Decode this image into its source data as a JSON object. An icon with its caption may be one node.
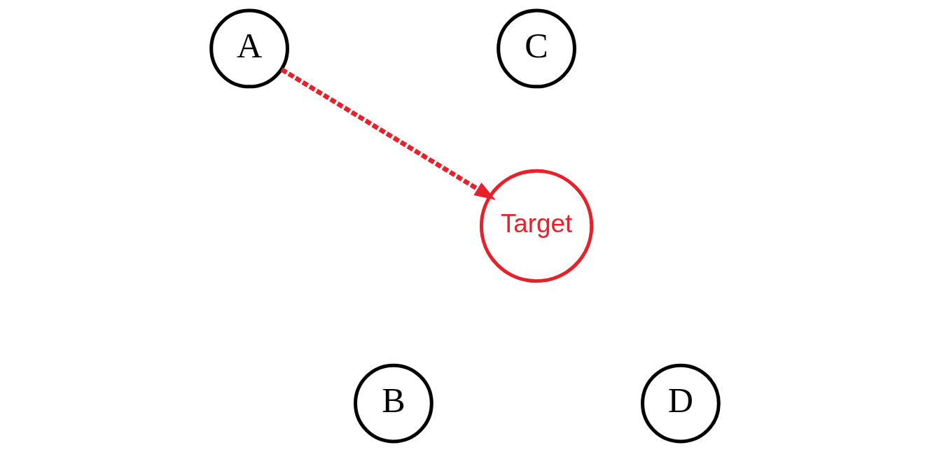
{
  "diagram": {
    "nodes": [
      {
        "text": [
          "A"
        ]
      },
      {
        "text": [
          "C"
        ]
      },
      {
        "text": [
          "Target"
        ]
      },
      {
        "text": [
          "B"
        ]
      },
      {
        "text": [
          "D"
        ]
      }
    ],
    "edges": [
      {
        "from": 0,
        "to": 2,
        "arrow": "to",
        "style": "dashed",
        "color": "#e8202a"
      }
    ]
  }
}
